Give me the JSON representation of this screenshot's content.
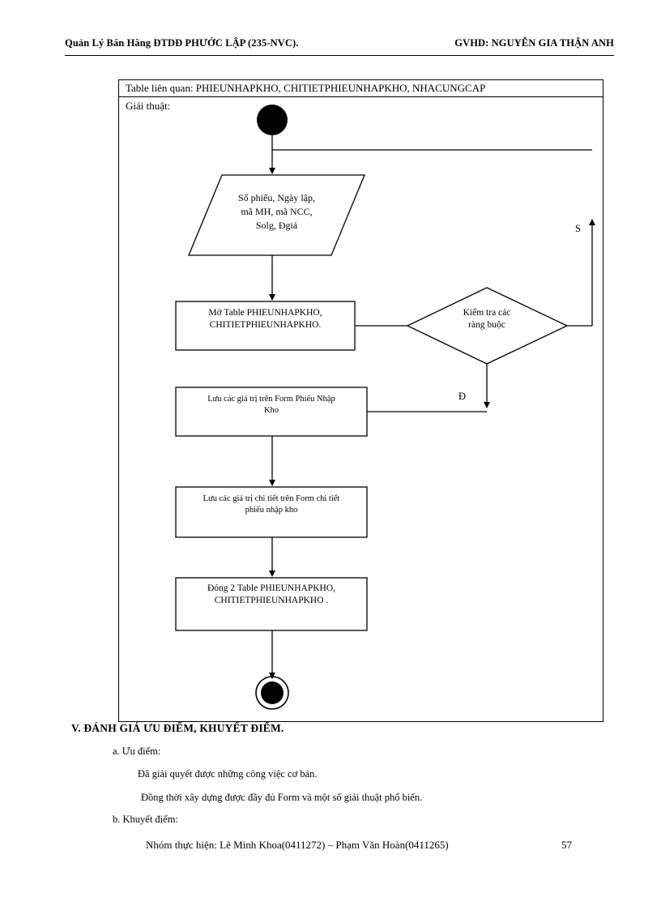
{
  "header": {
    "left": "Quản Lý Bán Hàng ĐTDĐ PHƯỚC LẬP (235-NVC).",
    "right": "GVHD:  NGUYỄN  GIA THẬN ANH"
  },
  "frame": {
    "table_line": "Table liên quan: PHIEUNHAPKHO, CHITIETPHIEUNHAPKHO, NHACUNGCAP",
    "algorithm_label": "Giải thuật:"
  },
  "flowchart": {
    "type": "activity-diagram",
    "start_node": "filled-circle",
    "end_node": "filled-circle-in-ring",
    "nodes": [
      {
        "id": "start",
        "shape": "initial-state",
        "label": ""
      },
      {
        "id": "input",
        "shape": "parallelogram",
        "lines": [
          "Số phiếu, Ngày lập,",
          "mã MH,  mã NCC,",
          "Solg, Đgiá"
        ]
      },
      {
        "id": "open-tables",
        "shape": "rectangle",
        "lines": [
          "Mở Table PHIEUNHAPKHO,",
          "CHITIETPHIEUNHAPKHO."
        ]
      },
      {
        "id": "check-constraints",
        "shape": "diamond",
        "lines": [
          "Kiểm tra các",
          "ràng buộc"
        ]
      },
      {
        "id": "save-form",
        "shape": "rectangle",
        "lines": [
          "Lưu các giá trị trên Form Phiếu Nhập",
          "Kho"
        ]
      },
      {
        "id": "save-detail",
        "shape": "rectangle",
        "lines": [
          "Lưu các giá trị chi tiết trên Form  chi tiết",
          "phiếu nhập kho"
        ]
      },
      {
        "id": "close-tables",
        "shape": "rectangle",
        "lines": [
          "Đóng 2 Table PHIEUNHAPKHO,",
          "CHITIETPHIEUNHAPKHO   ."
        ]
      },
      {
        "id": "end",
        "shape": "final-state",
        "label": ""
      }
    ],
    "branch_labels": {
      "false_branch": "S",
      "true_branch": "Đ"
    }
  },
  "section": {
    "heading": "V. ĐÁNH GIÁ ƯU ĐIỂM, KHUYẾT ĐIỂM.",
    "items": [
      {
        "label": "a. Ưu điểm:"
      },
      {
        "label": "Đã giải quyết được những công việc cơ bản."
      },
      {
        "label": "Đồng thời xây dựng được đầy đủ Form và một số giải thuật phổ biến."
      },
      {
        "label": "b. Khuyết điểm:"
      }
    ]
  },
  "footer": {
    "text": "Nhóm thực hiện:  Lê Minh  Khoa(0411272) – Phạm  Văn Hoàn(0411265)",
    "page_number": "57"
  }
}
